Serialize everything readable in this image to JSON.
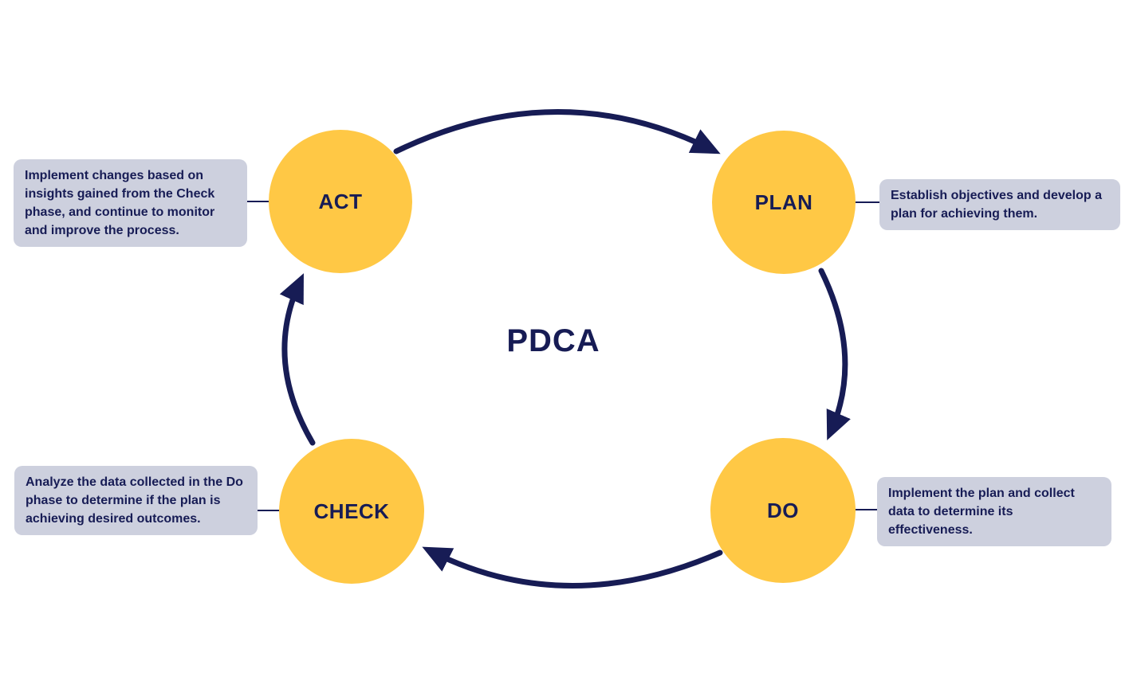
{
  "title": "PDCA",
  "colors": {
    "navy": "#171C55",
    "circle": "#FFC845",
    "box": "#CDD0DE",
    "bg": "#FFFFFF"
  },
  "nodes": {
    "act": {
      "label": "ACT",
      "description": "Implement changes based on insights gained from the Check phase, and continue to monitor and improve the process."
    },
    "plan": {
      "label": "PLAN",
      "description": "Establish objectives and develop a plan for achieving them."
    },
    "check": {
      "label": "CHECK",
      "description": "Analyze the data collected in the Do phase to determine if the plan is achieving desired outcomes."
    },
    "do": {
      "label": "DO",
      "description": "Implement the plan and collect data to determine its effectiveness."
    }
  },
  "flow": [
    "ACT -> PLAN",
    "PLAN -> DO",
    "DO -> CHECK",
    "CHECK -> ACT"
  ]
}
